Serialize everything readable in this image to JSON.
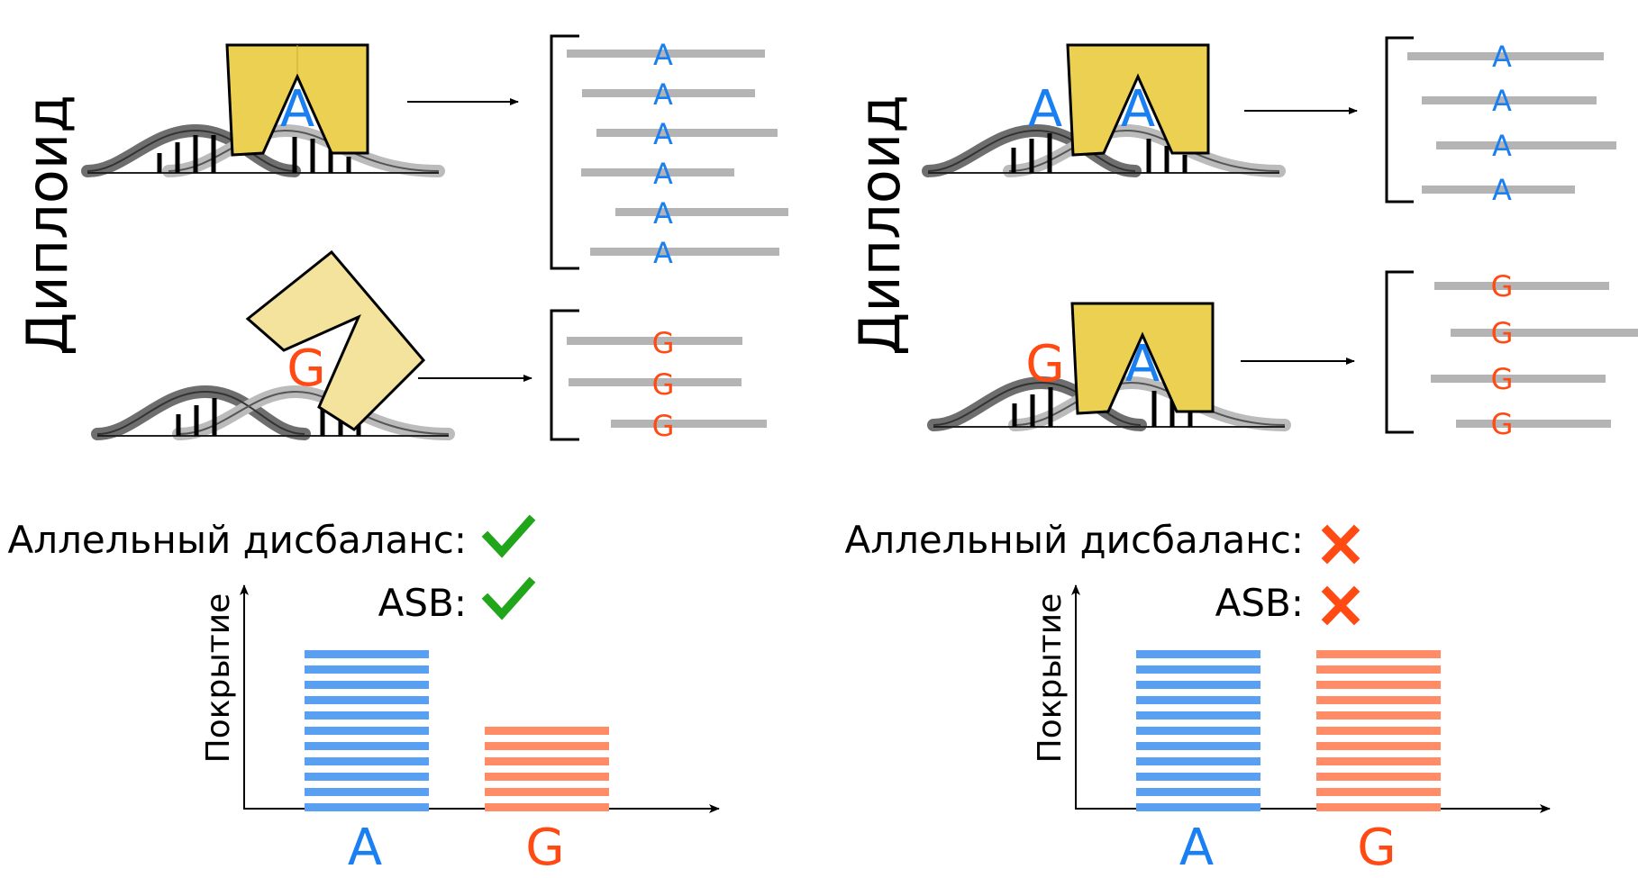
{
  "colors": {
    "allele_a": "#1a7ff0",
    "allele_g": "#ff4a14",
    "bar_a": "#5aa0f2",
    "bar_g": "#ff8c66",
    "protein_bound": "#ecd052",
    "protein_unbound": "#f3e39c",
    "read": "#b4b4b4",
    "check": "#21a51a",
    "cross": "#ff4a14"
  },
  "panels": [
    {
      "side_label": "Диплоид",
      "top": {
        "allele": "A",
        "reads": [
          "A",
          "A",
          "A",
          "A",
          "A",
          "A"
        ]
      },
      "bottom": {
        "allele": "G",
        "reads": [
          "G",
          "G",
          "G"
        ]
      },
      "imbalance_label": "Аллельный дисбаланс:",
      "imbalance_icon": "check-icon",
      "asb_label": "ASB:",
      "asb_icon": "check-icon",
      "chart": {
        "ylabel": "Покрытие",
        "categories": [
          "A",
          "G"
        ]
      }
    },
    {
      "side_label": "Диплоид",
      "top": {
        "allele": "A",
        "reads": [
          "A",
          "A",
          "A",
          "A"
        ]
      },
      "bottom": {
        "allele": "G",
        "reads": [
          "G",
          "G",
          "G",
          "G"
        ]
      },
      "imbalance_label": "Аллельный дисбаланс:",
      "imbalance_icon": "cross-icon",
      "asb_label": "ASB:",
      "asb_icon": "cross-icon",
      "chart": {
        "ylabel": "Покрытие",
        "categories": [
          "A",
          "G"
        ]
      }
    }
  ],
  "chart_data": [
    {
      "type": "bar",
      "title": "",
      "xlabel": "",
      "ylabel": "Покрытие",
      "categories": [
        "A",
        "G"
      ],
      "values": [
        10,
        5
      ],
      "ylim": [
        0,
        10
      ]
    },
    {
      "type": "bar",
      "title": "",
      "xlabel": "",
      "ylabel": "Покрытие",
      "categories": [
        "A",
        "G"
      ],
      "values": [
        10,
        10
      ],
      "ylim": [
        0,
        10
      ]
    }
  ]
}
